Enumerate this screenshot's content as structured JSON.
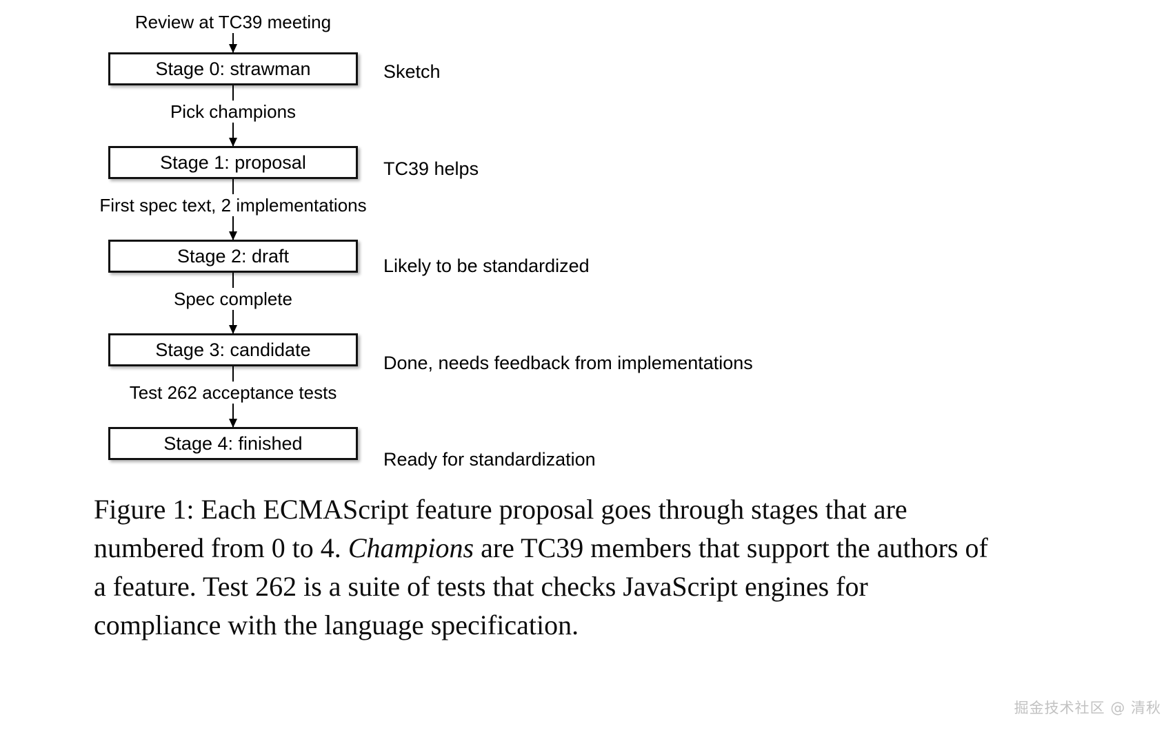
{
  "figure": {
    "type": "flowchart",
    "orientation": "vertical-top-to-bottom",
    "top_edge_label": "Review at TC39 meeting",
    "nodes": [
      {
        "id": "stage0",
        "label": "Stage 0: strawman",
        "note": "Sketch"
      },
      {
        "id": "stage1",
        "label": "Stage 1: proposal",
        "note": "TC39 helps"
      },
      {
        "id": "stage2",
        "label": "Stage 2: draft",
        "note": "Likely to be standardized"
      },
      {
        "id": "stage3",
        "label": "Stage 3: candidate",
        "note": "Done, needs feedback from implementations"
      },
      {
        "id": "stage4",
        "label": "Stage 4: finished",
        "note": "Ready for standardization"
      }
    ],
    "edges": [
      {
        "from": "stage0",
        "to": "stage1",
        "label": "Pick champions"
      },
      {
        "from": "stage1",
        "to": "stage2",
        "label": "First spec text, 2 implementations"
      },
      {
        "from": "stage2",
        "to": "stage3",
        "label": "Spec complete"
      },
      {
        "from": "stage3",
        "to": "stage4",
        "label": "Test 262 acceptance tests"
      }
    ],
    "colors": {
      "box_border": "#111111",
      "box_fill": "#ffffff",
      "text": "#000000",
      "background": "#ffffff"
    }
  },
  "caption": {
    "lines": [
      {
        "parts": [
          {
            "text": "Figure 1: Each ECMAScript feature proposal goes through stages that are",
            "italic": false
          }
        ]
      },
      {
        "parts": [
          {
            "text": "numbered from 0 to 4. ",
            "italic": false
          },
          {
            "text": "Champions",
            "italic": true
          },
          {
            "text": " are TC39 members that support the authors of",
            "italic": false
          }
        ]
      },
      {
        "parts": [
          {
            "text": "a feature. Test 262 is a suite of tests that checks JavaScript engines for",
            "italic": false
          }
        ]
      },
      {
        "parts": [
          {
            "text": "compliance with the language specification.",
            "italic": false
          }
        ]
      }
    ]
  },
  "watermark": {
    "text": "掘金技术社区 @ 清秋",
    "color": "#c2c2c2"
  }
}
